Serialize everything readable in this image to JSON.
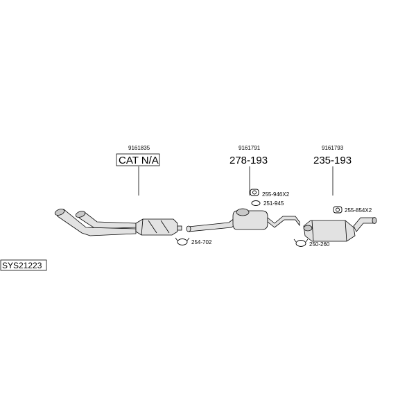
{
  "diagram": {
    "system_code": "SYS21223",
    "parts": [
      {
        "part_number": "9161835",
        "label": "CAT N/A"
      },
      {
        "part_number": "9161791",
        "label": "278-193"
      },
      {
        "part_number": "9161793",
        "label": "235-193"
      }
    ],
    "fittings": [
      {
        "code": "254-702"
      },
      {
        "code": "255-946X2"
      },
      {
        "code": "251-945"
      },
      {
        "code": "255-854X2"
      },
      {
        "code": "250-260"
      }
    ]
  }
}
